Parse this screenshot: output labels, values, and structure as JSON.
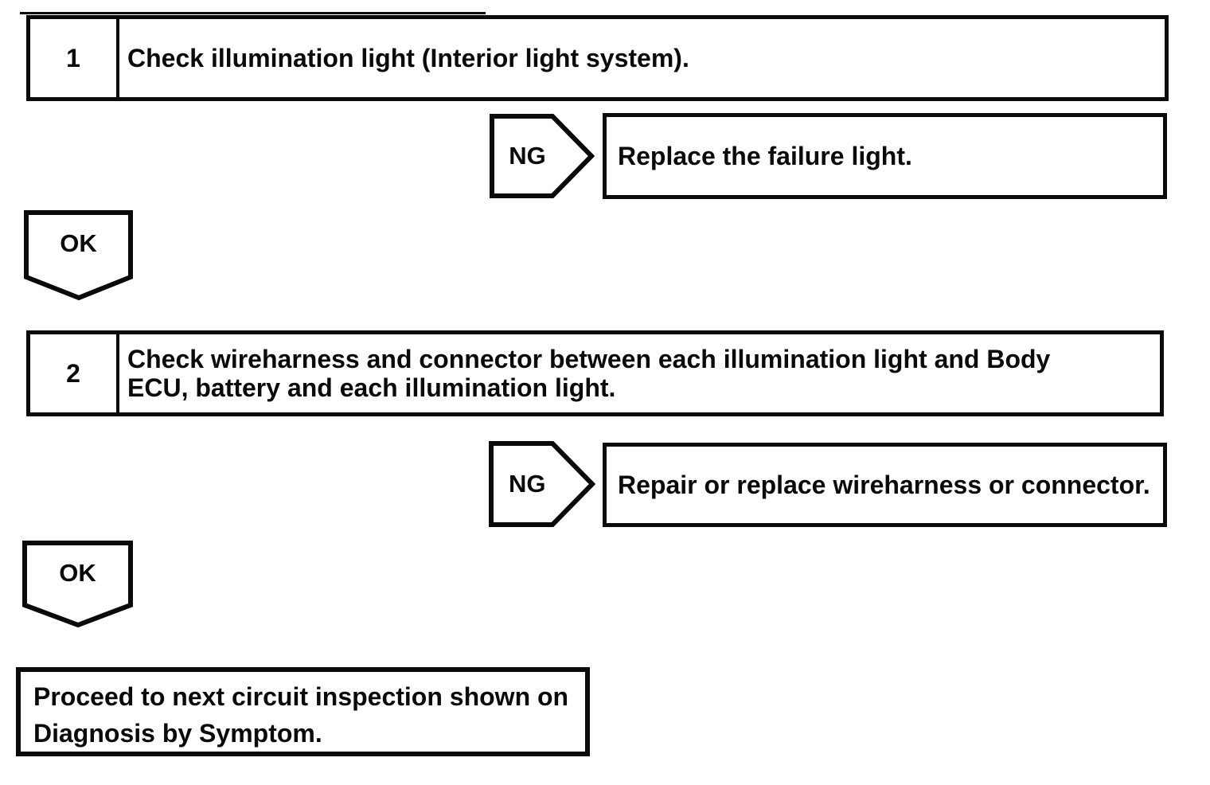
{
  "document": {
    "background": "#ffffff",
    "ink": "#0a0a0a",
    "type": "diagnostic-flowchart"
  },
  "flowchart": {
    "steps": [
      {
        "number": "1",
        "instruction": "Check illumination light (Interior light system).",
        "ng": {
          "label": "NG",
          "action": "Replace the failure light."
        },
        "ok": {
          "label": "OK"
        }
      },
      {
        "number": "2",
        "instruction": "Check wireharness and connector between each illumination light and Body ECU, battery and each illumination light.",
        "ng": {
          "label": "NG",
          "action": "Repair or replace wireharness or connector."
        },
        "ok": {
          "label": "OK"
        }
      }
    ],
    "conclusion": {
      "line1": "Proceed to next circuit inspection shown on",
      "line2": "Diagnosis by Symptom."
    }
  }
}
